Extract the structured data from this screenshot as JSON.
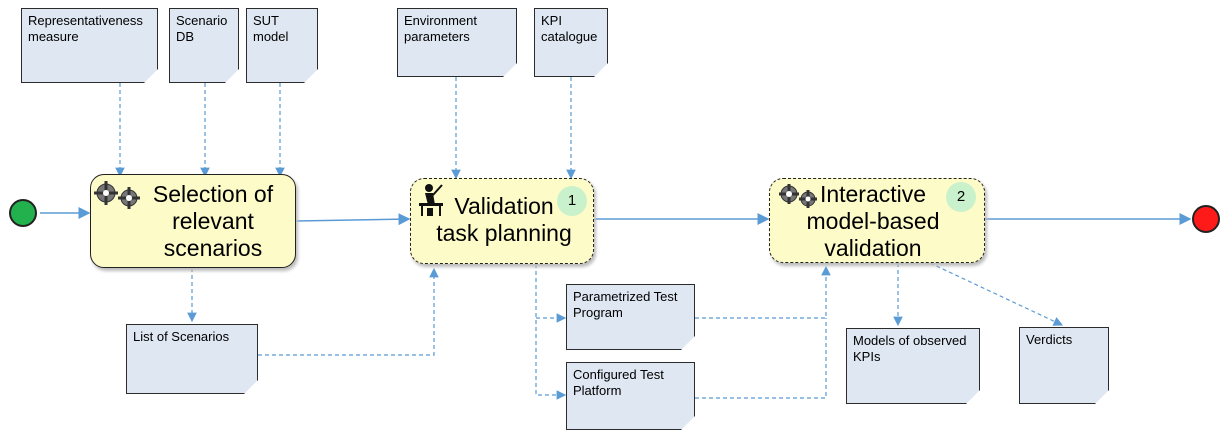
{
  "colors": {
    "start_event": "#22b14c",
    "end_event": "#ff1a1a",
    "connector": "#5b9bd5",
    "document_fill": "#dfe7f2",
    "task_fill": "#fdfbc8",
    "badge_fill": "#c9f2cc"
  },
  "inputs": {
    "representativeness": "Representativeness\nmeasure",
    "scenario_db": "Scenario\nDB",
    "sut_model": "SUT\nmodel",
    "environment": "Environment\nparameters",
    "kpi_catalogue": "KPI\ncatalogue"
  },
  "tasks": {
    "selection": {
      "label": "Selection of\nrelevant\nscenarios",
      "icon": "gears-icon"
    },
    "planning": {
      "label": "Validation\ntask planning",
      "icon": "person-at-desk-icon",
      "badge": "1"
    },
    "validation": {
      "label": "Interactive\nmodel-based\nvalidation",
      "icon": "gears-icon",
      "badge": "2"
    }
  },
  "outputs": {
    "list_of_scenarios": "List of Scenarios",
    "parametrized_program": "Parametrized  Test\nProgram",
    "configured_platform": "Configured Test\nPlatform",
    "models_kpis": "Models of observed\nKPIs",
    "verdicts": "Verdicts"
  }
}
